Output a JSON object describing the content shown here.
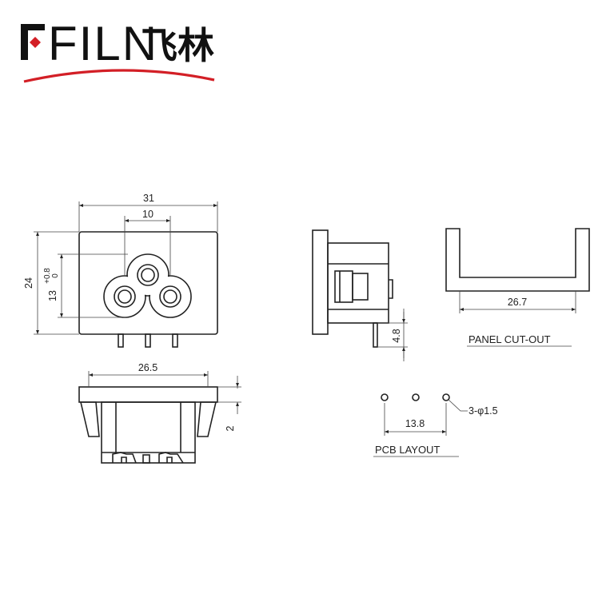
{
  "brand": {
    "name_en": "FILN",
    "name_cn": "飞林",
    "accent_color": "#d31f26"
  },
  "front_view": {
    "width": "31",
    "pin_pitch": "10",
    "height": "24",
    "body_height": "13",
    "tol_upper": "+0.8",
    "tol_lower": "0"
  },
  "bottom_view": {
    "width": "26.5",
    "flange": "2"
  },
  "side_view": {
    "pin_length": "4.8"
  },
  "panel_cutout": {
    "width": "26.7",
    "label": "PANEL CUT-OUT"
  },
  "pcb_layout": {
    "pitch": "13.8",
    "holes": "3-φ1.5",
    "label": "PCB LAYOUT"
  }
}
